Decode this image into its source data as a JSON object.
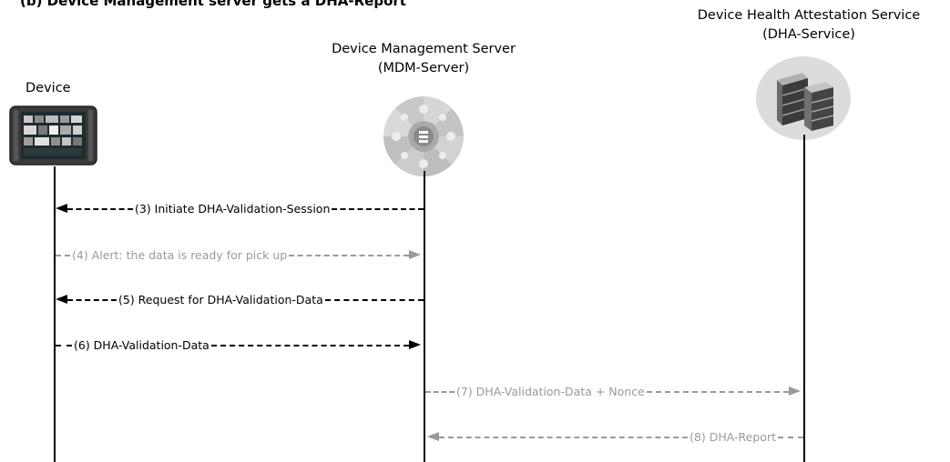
{
  "title": "(b) Device Management server gets a DHA-Report",
  "actors": {
    "device": {
      "label": "Device",
      "icon": "tablet-icon"
    },
    "mdm": {
      "label_line1": "Device Management Server",
      "label_line2": "(MDM-Server)",
      "icon": "mdm-wheel-icon"
    },
    "dha": {
      "label_line1": "Device Health Attestation Service",
      "label_line2": "(DHA-Service)",
      "icon": "server-rack-icon"
    }
  },
  "messages": [
    {
      "text": "(3) Initiate DHA-Validation-Session",
      "from": "mdm",
      "to": "device",
      "color": "#000000"
    },
    {
      "text": "(4) Alert: the data is ready for pick up",
      "from": "device",
      "to": "mdm",
      "color": "#9a9a9a"
    },
    {
      "text": "(5) Request for DHA-Validation-Data",
      "from": "mdm",
      "to": "device",
      "color": "#000000"
    },
    {
      "text": "(6) DHA-Validation-Data",
      "from": "device",
      "to": "mdm",
      "color": "#000000"
    },
    {
      "text": "(7) DHA-Validation-Data + Nonce",
      "from": "mdm",
      "to": "dha",
      "color": "#9a9a9a"
    },
    {
      "text": "(8) DHA-Report",
      "from": "dha",
      "to": "mdm",
      "color": "#9a9a9a"
    }
  ]
}
